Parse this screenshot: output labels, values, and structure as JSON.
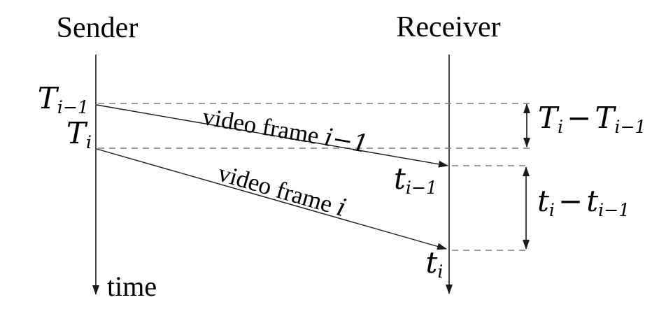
{
  "figure": {
    "kind": "sender-receiver timing diagram",
    "columns": {
      "sender": "Sender",
      "receiver": "Receiver"
    },
    "axis": {
      "time_label": "time"
    },
    "send_times": [
      {
        "base": "T",
        "sub": "i−1"
      },
      {
        "base": "T",
        "sub": "i"
      }
    ],
    "recv_times": [
      {
        "base": "t",
        "sub": "i−1"
      },
      {
        "base": "t",
        "sub": "i"
      }
    ],
    "messages": [
      {
        "text": "video frame ",
        "math": "i−1"
      },
      {
        "text": "video frame ",
        "math": "i"
      }
    ],
    "intervals": [
      {
        "lhs_base": "T",
        "lhs_sub": "i",
        "op": "−",
        "rhs_base": "T",
        "rhs_sub": "i−1"
      },
      {
        "lhs_base": "t",
        "lhs_sub": "i",
        "op": "−",
        "rhs_base": "t",
        "rhs_sub": "i−1"
      }
    ],
    "colors": {
      "line": "#1a1a1a",
      "dashed": "#7d7d7d",
      "text": "#000000",
      "background": "#ffffff"
    }
  }
}
